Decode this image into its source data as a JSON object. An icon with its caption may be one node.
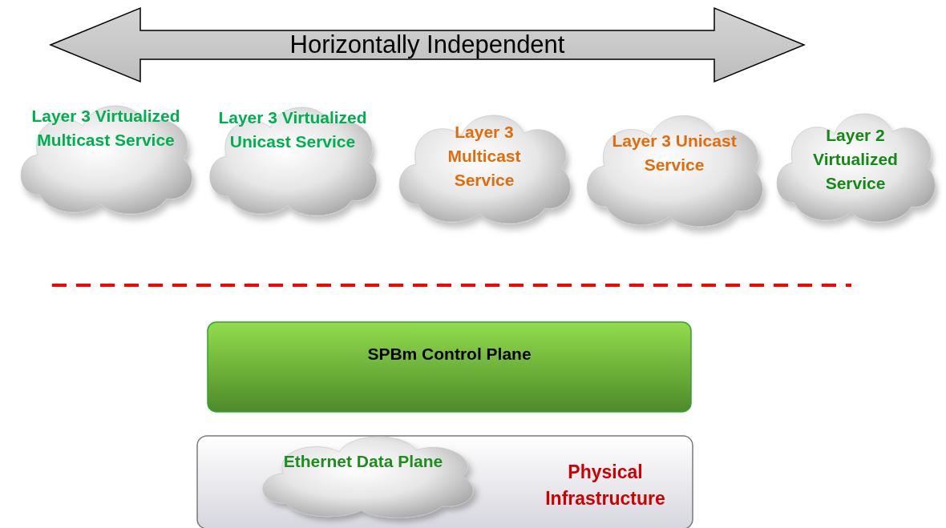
{
  "diagram": {
    "nodes": [
      {
        "text": [
          "Horizontally Independent"
        ]
      },
      {
        "text": [
          "Layer 3 Virtualized Multicast Service"
        ]
      },
      {
        "text": [
          "Layer 3 Virtualized Unicast Service"
        ]
      },
      {
        "text": [
          "Layer 3 Multicast Service"
        ]
      },
      {
        "text": [
          "Layer 3 Unicast Service"
        ]
      },
      {
        "text": [
          "Layer 2 Virtualized Service"
        ]
      },
      {
        "text": [
          "SPBm Control Plane"
        ]
      },
      {
        "text": [
          "Physical Infrastructure"
        ]
      },
      {
        "text": [
          "Ethernet Data Plane"
        ],
        "in": 7
      }
    ]
  }
}
